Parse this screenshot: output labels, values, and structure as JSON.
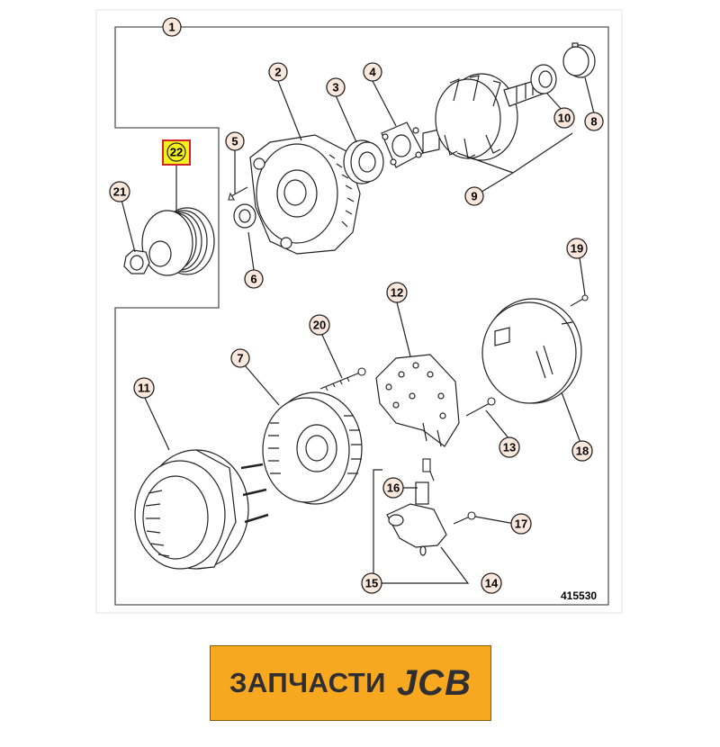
{
  "diagram": {
    "reference_number": "415530",
    "highlighted_callout": "22",
    "colors": {
      "callout_fill": "#fbe8dc",
      "highlight_fill": "#f7ef1c",
      "highlight_border": "#d0262b",
      "line": "#1f1f1f",
      "frame": "#555555"
    },
    "callouts": {
      "c1": "1",
      "c2": "2",
      "c3": "3",
      "c4": "4",
      "c5": "5",
      "c6": "6",
      "c7": "7",
      "c8": "8",
      "c9": "9",
      "c10": "10",
      "c11": "11",
      "c12": "12",
      "c13": "13",
      "c14": "14",
      "c15": "15",
      "c16": "16",
      "c17": "17",
      "c18": "18",
      "c19": "19",
      "c20": "20",
      "c21": "21",
      "c22": "22"
    }
  },
  "banner": {
    "label": "ЗАПЧАСТИ",
    "brand": "JCB",
    "background": "#f7a81f"
  }
}
